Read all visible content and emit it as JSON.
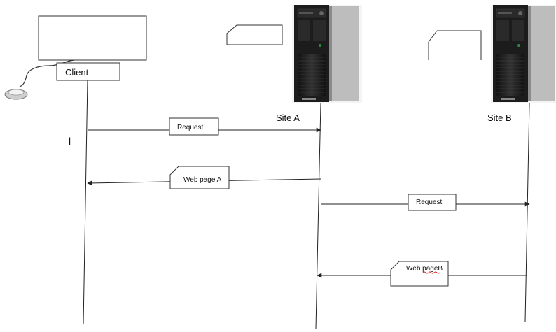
{
  "diagram": {
    "participants": [
      {
        "id": "client",
        "label": "Client"
      },
      {
        "id": "site_a",
        "label": "Site A"
      },
      {
        "id": "site_b",
        "label": "Site B"
      }
    ],
    "messages": [
      {
        "from": "client",
        "to": "site_a",
        "label": "Request"
      },
      {
        "from": "site_a",
        "to": "client",
        "label": "Web page A"
      },
      {
        "from": "site_a",
        "to": "site_b",
        "label": "Request"
      },
      {
        "from": "site_b",
        "to": "site_a",
        "label": "Web page B",
        "label_display": "Web pageB"
      }
    ],
    "stray_mark": "I"
  },
  "colors": {
    "line": "#222222",
    "box_border": "#333333",
    "server_body": "#1c1c1c",
    "server_vents": "#2e2e2e",
    "server_face": "#bdbdbd",
    "spell_underline": "#d02020"
  },
  "icons": {
    "client_device": "monitor-icon",
    "client_peripheral": "mouse-icon",
    "server": "desktop-tower-icon"
  }
}
